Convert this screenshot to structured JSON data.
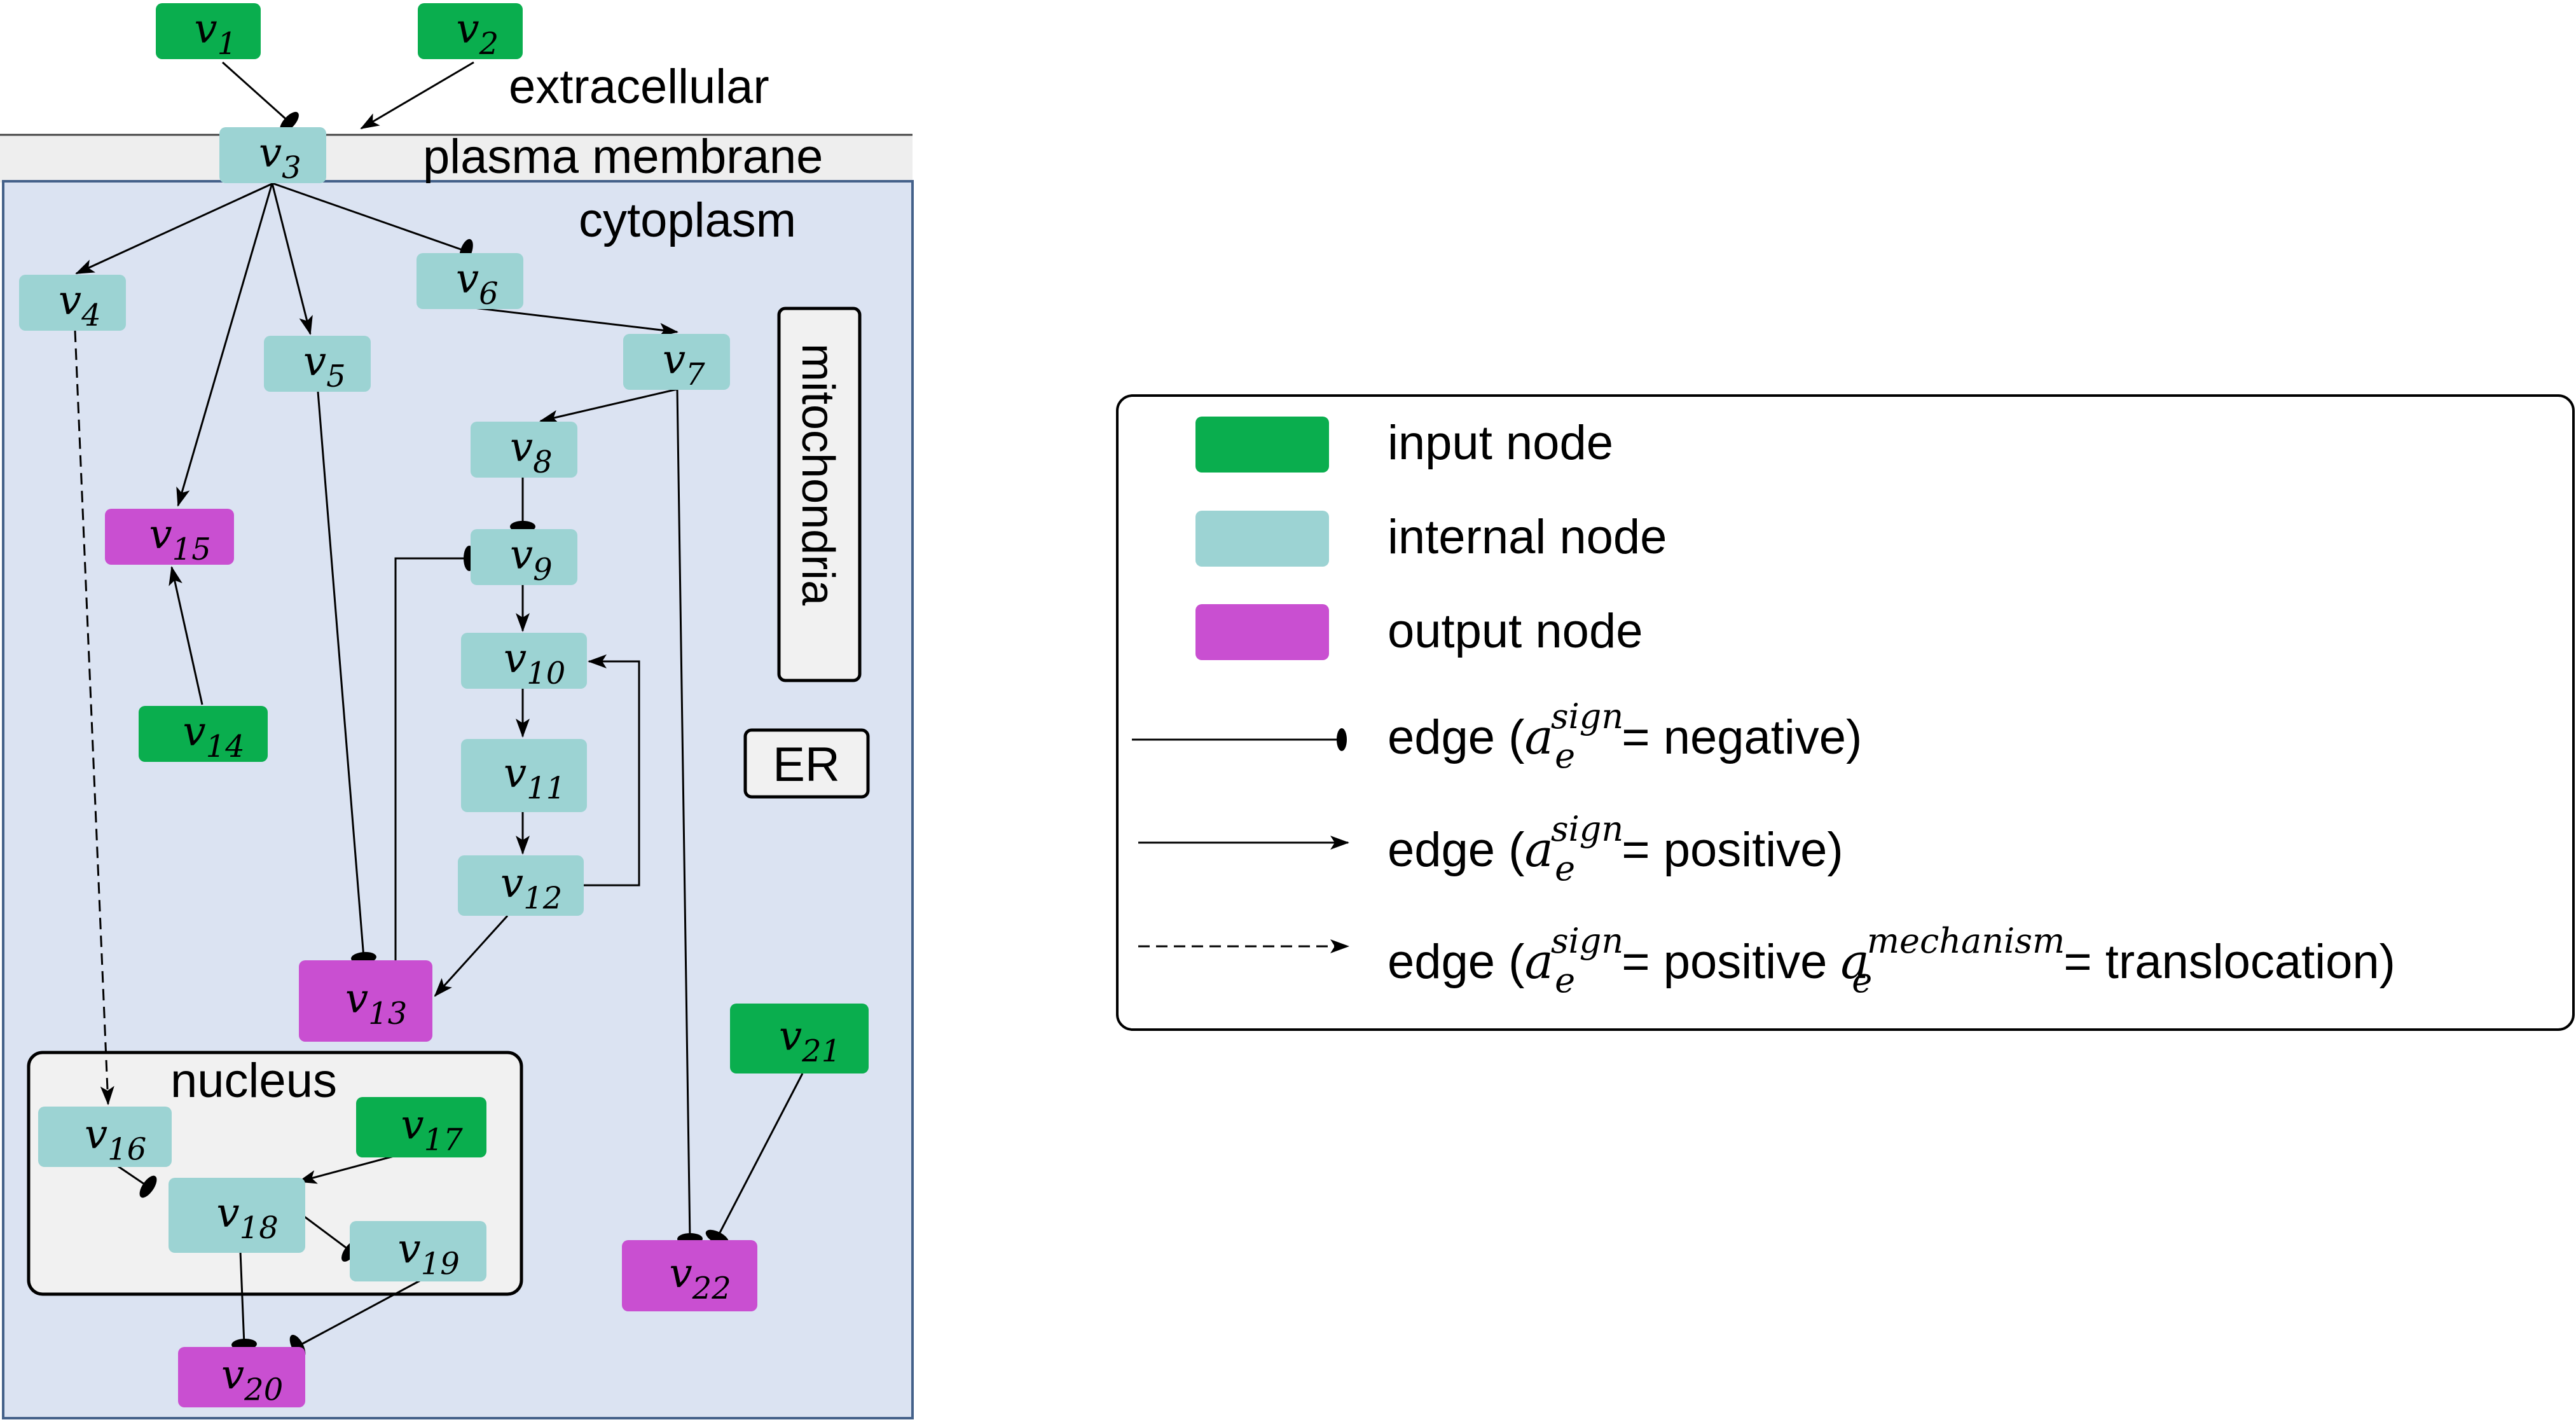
{
  "compartments": {
    "extracellular": "extracellular",
    "plasma_membrane": "plasma membrane",
    "cytoplasm": "cytoplasm",
    "mitochondria": "mitochondria",
    "er": "ER",
    "nucleus": "nucleus"
  },
  "colors": {
    "input": "#0aae4e",
    "internal": "#9cd3d3",
    "output": "#c94fd1",
    "cytoplasm_fill": "#dbe3f2",
    "cytoplasm_border": "#44618a",
    "membrane_fill": "#eeeeee",
    "nucleus_fill": "#f1f1f1"
  },
  "nodes": {
    "v1": {
      "base": "v",
      "sub": "1",
      "type": "input"
    },
    "v2": {
      "base": "v",
      "sub": "2",
      "type": "input"
    },
    "v3": {
      "base": "v",
      "sub": "3",
      "type": "internal"
    },
    "v4": {
      "base": "v",
      "sub": "4",
      "type": "internal"
    },
    "v5": {
      "base": "v",
      "sub": "5",
      "type": "internal"
    },
    "v6": {
      "base": "v",
      "sub": "6",
      "type": "internal"
    },
    "v7": {
      "base": "v",
      "sub": "7",
      "type": "internal"
    },
    "v8": {
      "base": "v",
      "sub": "8",
      "type": "internal"
    },
    "v9": {
      "base": "v",
      "sub": "9",
      "type": "internal"
    },
    "v10": {
      "base": "v",
      "sub": "10",
      "type": "internal"
    },
    "v11": {
      "base": "v",
      "sub": "11",
      "type": "internal"
    },
    "v12": {
      "base": "v",
      "sub": "12",
      "type": "internal"
    },
    "v13": {
      "base": "v",
      "sub": "13",
      "type": "output"
    },
    "v14": {
      "base": "v",
      "sub": "14",
      "type": "input"
    },
    "v15": {
      "base": "v",
      "sub": "15",
      "type": "output"
    },
    "v16": {
      "base": "v",
      "sub": "16",
      "type": "internal"
    },
    "v17": {
      "base": "v",
      "sub": "17",
      "type": "input"
    },
    "v18": {
      "base": "v",
      "sub": "18",
      "type": "internal"
    },
    "v19": {
      "base": "v",
      "sub": "19",
      "type": "internal"
    },
    "v20": {
      "base": "v",
      "sub": "20",
      "type": "output"
    },
    "v21": {
      "base": "v",
      "sub": "21",
      "type": "input"
    },
    "v22": {
      "base": "v",
      "sub": "22",
      "type": "output"
    }
  },
  "edges": [
    {
      "from": "v1",
      "to": "v3",
      "sign": "negative"
    },
    {
      "from": "v2",
      "to": "v3",
      "sign": "positive"
    },
    {
      "from": "v3",
      "to": "v4",
      "sign": "positive"
    },
    {
      "from": "v3",
      "to": "v15",
      "sign": "positive"
    },
    {
      "from": "v3",
      "to": "v5",
      "sign": "positive"
    },
    {
      "from": "v3",
      "to": "v6",
      "sign": "negative"
    },
    {
      "from": "v6",
      "to": "v7",
      "sign": "positive"
    },
    {
      "from": "v7",
      "to": "v8",
      "sign": "positive"
    },
    {
      "from": "v7",
      "to": "v22",
      "sign": "negative"
    },
    {
      "from": "v8",
      "to": "v9",
      "sign": "negative"
    },
    {
      "from": "v9",
      "to": "v10",
      "sign": "positive"
    },
    {
      "from": "v10",
      "to": "v11",
      "sign": "positive"
    },
    {
      "from": "v11",
      "to": "v12",
      "sign": "positive"
    },
    {
      "from": "v12",
      "to": "v10",
      "sign": "positive"
    },
    {
      "from": "v12",
      "to": "v13",
      "sign": "positive"
    },
    {
      "from": "v5",
      "to": "v13",
      "sign": "negative"
    },
    {
      "from": "v13",
      "to": "v9",
      "sign": "negative"
    },
    {
      "from": "v14",
      "to": "v15",
      "sign": "positive"
    },
    {
      "from": "v4",
      "to": "v16",
      "sign": "positive",
      "mechanism": "translocation"
    },
    {
      "from": "v16",
      "to": "v18",
      "sign": "negative"
    },
    {
      "from": "v17",
      "to": "v18",
      "sign": "positive"
    },
    {
      "from": "v18",
      "to": "v19",
      "sign": "negative"
    },
    {
      "from": "v18",
      "to": "v20",
      "sign": "negative"
    },
    {
      "from": "v19",
      "to": "v20",
      "sign": "negative"
    },
    {
      "from": "v21",
      "to": "v22",
      "sign": "negative"
    }
  ],
  "legend": {
    "input": "input node",
    "internal": "internal node",
    "output": "output node",
    "edge_prefix": "edge (",
    "a": "a",
    "e": "e",
    "sign_sup": "sign",
    "mech_sup": "mechanism",
    "neg_tail": " = negative)",
    "pos_tail": " = positive)",
    "trans_mid": " = positive ",
    "trans_tail": " = translocation)"
  }
}
